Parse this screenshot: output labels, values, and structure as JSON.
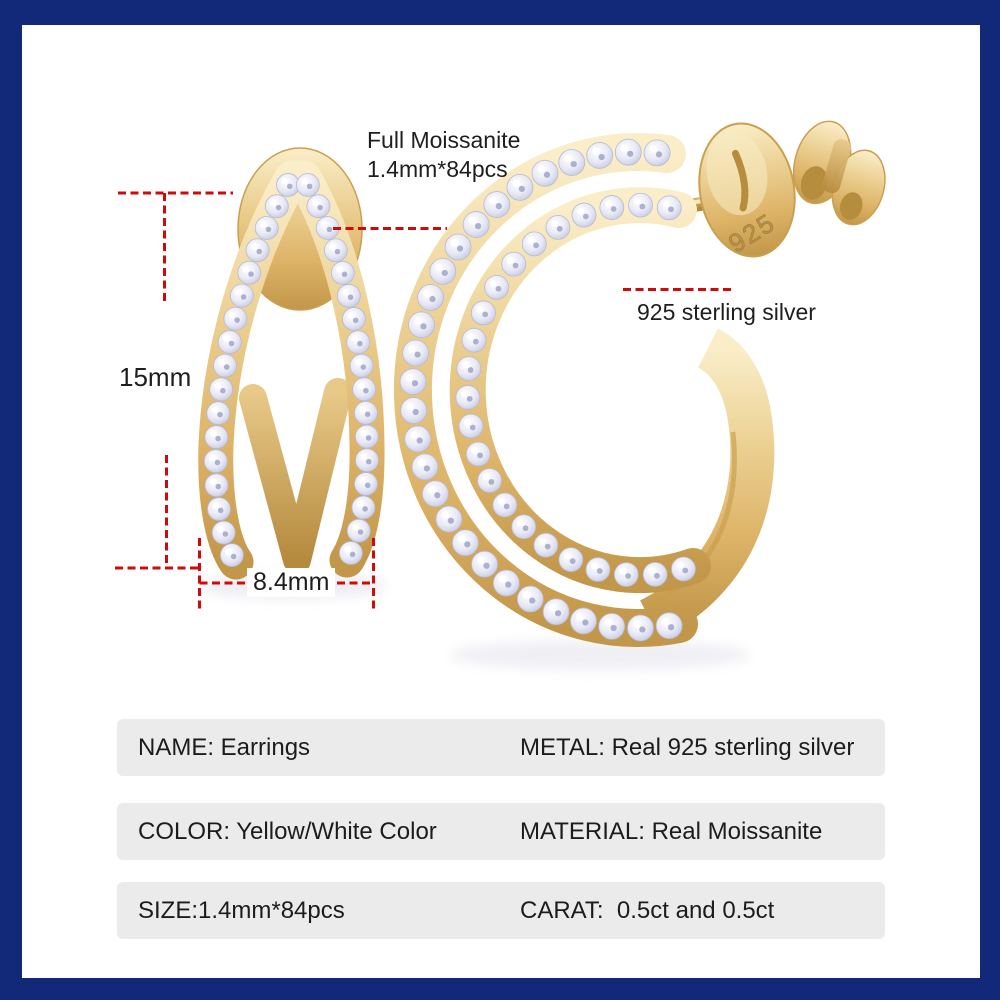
{
  "page": {
    "border_color": "#12297a",
    "canvas_color": "#ffffff"
  },
  "annotations": {
    "moissanite_line1": "Full Moissanite",
    "moissanite_line2": "1.4mm*84pcs",
    "silver_label": "925 sterling silver",
    "height_label": "15mm",
    "width_label": "8.4mm",
    "stamp": "925",
    "line_color": "#cf0a0a"
  },
  "spec_table": {
    "row_bg": "#ebebeb",
    "rows": [
      {
        "left": "NAME: Earrings",
        "right": "METAL: Real 925 sterling silver"
      },
      {
        "left": "COLOR: Yellow/White Color",
        "right": "MATERIAL: Real Moissanite"
      },
      {
        "left": "SIZE:1.4mm*84pcs",
        "right": "CARAT:  0.5ct and 0.5ct"
      }
    ]
  },
  "product_colors": {
    "gold": "#e4c07a",
    "gold_dark": "#b58a3e",
    "stone": "#e8e9f5"
  }
}
